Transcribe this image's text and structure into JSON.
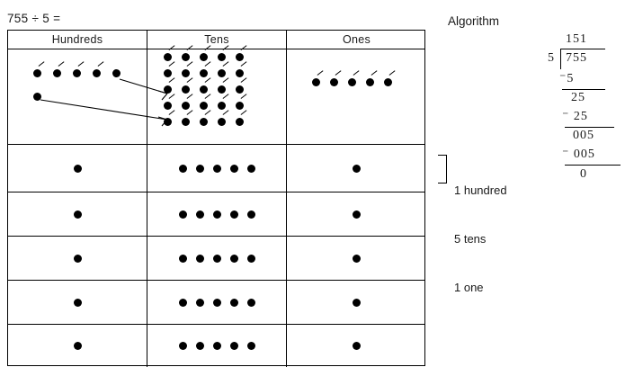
{
  "problem": {
    "expression": "755 ÷ 5 ="
  },
  "table": {
    "headers": [
      "Hundreds",
      "Tens",
      "Ones"
    ],
    "working_row": {
      "hundreds": {
        "top_dots": 5,
        "extra_dots": 1,
        "total": 6
      },
      "tens": {
        "rows": 5,
        "per_row": 5,
        "total": 25
      },
      "ones": {
        "dots": 5,
        "total": 5
      }
    },
    "share_rows": [
      {
        "hundreds": 1,
        "tens": 5,
        "ones": 1
      },
      {
        "hundreds": 1,
        "tens": 5,
        "ones": 1
      },
      {
        "hundreds": 1,
        "tens": 5,
        "ones": 1
      },
      {
        "hundreds": 1,
        "tens": 5,
        "ones": 1
      },
      {
        "hundreds": 1,
        "tens": 5,
        "ones": 1
      }
    ]
  },
  "legend": {
    "line1": "1 hundred",
    "line2": "5 tens",
    "line3": "1 one"
  },
  "algorithm": {
    "title": "Algorithm",
    "quotient": "151",
    "divisor": "5",
    "dividend": "755",
    "subtract_1": "⁻5",
    "step_2": "25",
    "subtract_2": "⁻ 25",
    "step_3": "005",
    "subtract_3": "⁻ 005",
    "remainder": "0"
  },
  "colors": {
    "ink": "#000000",
    "text": "#1a1a1a",
    "background": "#ffffff"
  }
}
